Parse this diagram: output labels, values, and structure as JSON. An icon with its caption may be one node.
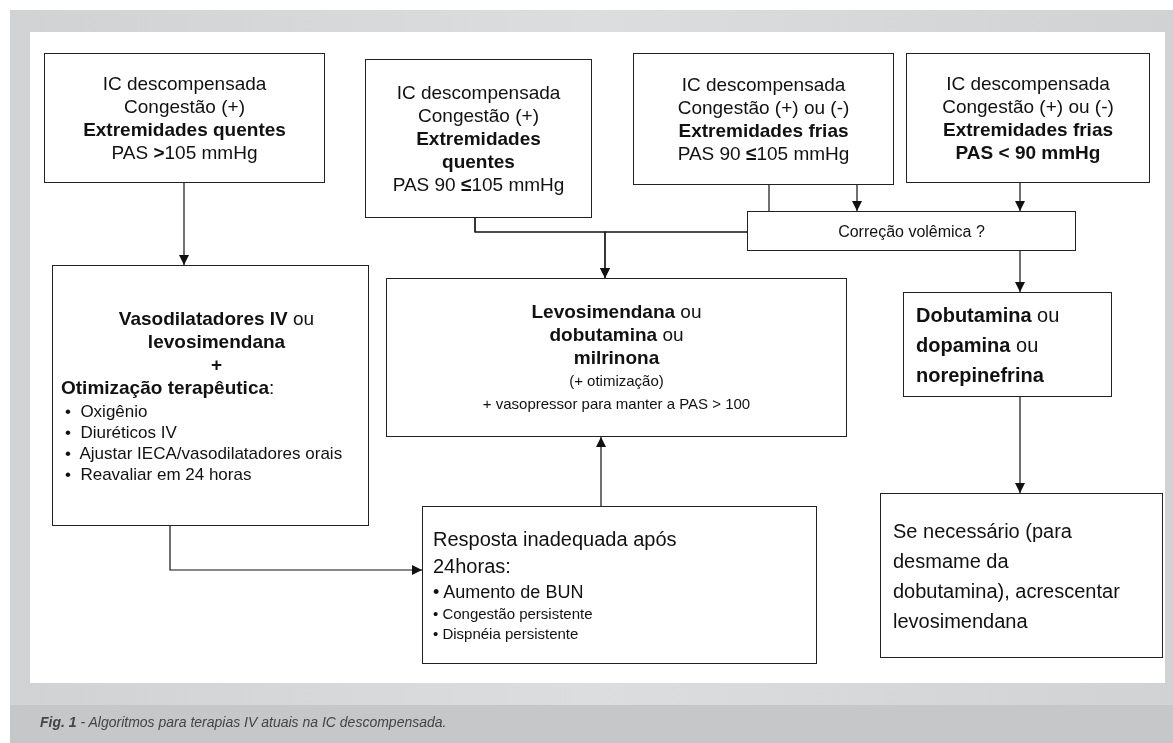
{
  "diagram": {
    "caption": "**Fig. 1** - Algoritmos para terapias IV atuais na IC descompensada.",
    "nodes": [
      {
        "text": [
          "IC descompensada",
          "Congestão (+)",
          "**Extremidades quentes**",
          "PAS **>**105 mmHg"
        ]
      },
      {
        "text": [
          "IC descompensada",
          "Congestão (+)",
          "**Extremidades quentes**",
          "PAS 90 **≤**105 mmHg"
        ]
      },
      {
        "text": [
          "IC descompensada",
          "Congestão (+) ou (-)",
          "**Extremidades frias**",
          "PAS 90 **≤**105 mmHg"
        ]
      },
      {
        "text": [
          "IC descompensada",
          "Congestão (+) ou (-)",
          "**Extremidades frias**",
          "**PAS < 90 mmHg**"
        ]
      },
      {
        "text": [
          "Correção volêmica ?"
        ]
      },
      {
        "text": [
          "**Vasodilatadores IV** ou **levosimendana**",
          "**+**",
          "**Otimização terapêutica**:",
          "•  Oxigênio",
          "•  Diuréticos IV",
          "•  Ajustar IECA/vasodilatadores orais",
          "•  Reavaliar em 24 horas"
        ]
      },
      {
        "text": [
          "**Levosimendana** ou",
          "**dobutamina** ou",
          "**milrinona**",
          "(+ otimização)",
          "+ vasopressor para manter a PAS > 100"
        ]
      },
      {
        "text": [
          "**Dobutamina** ou",
          "**dopamina** ou",
          "**norepinefrina**"
        ]
      },
      {
        "text": [
          "Resposta inadequada após 24horas:",
          "• Aumento de BUN",
          "• Congestão persistente",
          "• Dispnéia persistente"
        ]
      },
      {
        "text": [
          "Se necessário (para desmame da dobutamina), acrescentar levosimendana"
        ]
      }
    ],
    "edges": [
      {
        "from": 0,
        "to": 5,
        "arrow": "to"
      },
      {
        "from": 1,
        "to": 4,
        "arrow": "none"
      },
      {
        "from": 1,
        "to": 6,
        "arrow": "to"
      },
      {
        "from": 4,
        "to": 6,
        "arrow": "to"
      },
      {
        "from": 2,
        "to": 4,
        "arrow": "none"
      },
      {
        "from": 2,
        "to": 4,
        "arrow": "to"
      },
      {
        "from": 3,
        "to": 4,
        "arrow": "to"
      },
      {
        "from": 4,
        "to": 7,
        "arrow": "to"
      },
      {
        "from": 5,
        "to": 8,
        "arrow": "to"
      },
      {
        "from": 8,
        "to": 6,
        "arrow": "to"
      },
      {
        "from": 7,
        "to": 9,
        "arrow": "to"
      }
    ]
  }
}
